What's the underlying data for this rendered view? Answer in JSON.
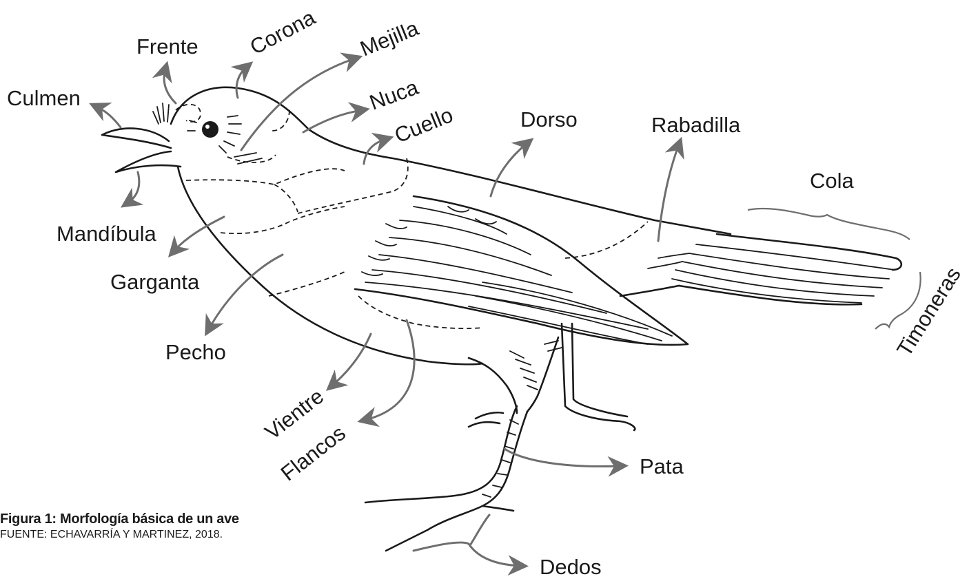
{
  "labels": {
    "culmen": "Culmen",
    "frente": "Frente",
    "corona": "Corona",
    "mejilla": "Mejilla",
    "nuca": "Nuca",
    "cuello": "Cuello",
    "dorso": "Dorso",
    "rabadilla": "Rabadilla",
    "cola": "Cola",
    "timoneras": "Timoneras",
    "mandibula": "Mandíbula",
    "garganta": "Garganta",
    "pecho": "Pecho",
    "vientre": "Vientre",
    "flancos": "Flancos",
    "pata": "Pata",
    "dedos": "Dedos"
  },
  "caption": {
    "title": "Figura 1: Morfología básica de un ave",
    "source": "FUENTE: ECHAVARRÍA Y MARTINEZ, 2018."
  },
  "colors": {
    "line": "#1a1a1a",
    "arrow": "#6e6e6e"
  }
}
